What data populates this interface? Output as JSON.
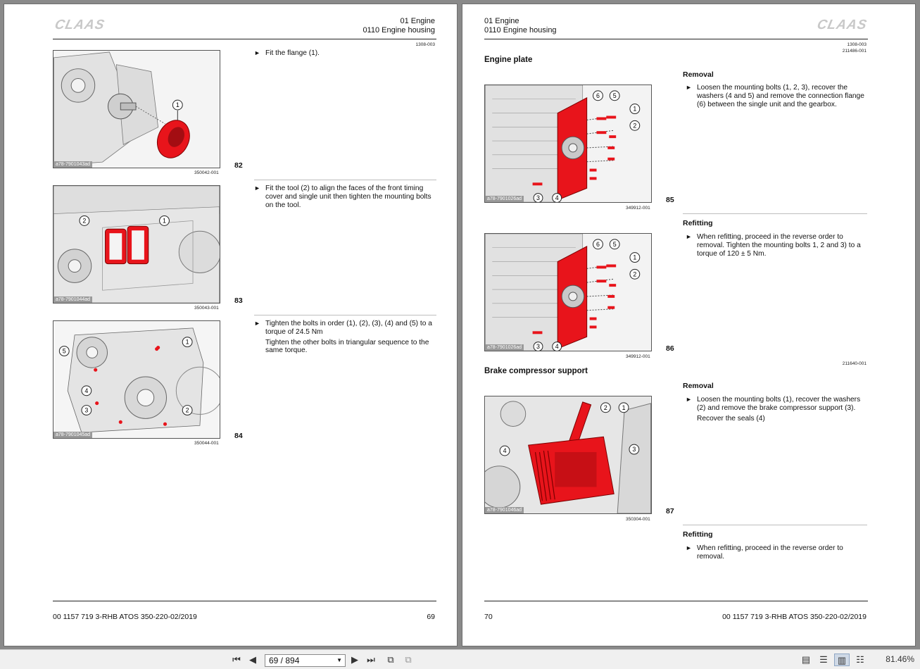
{
  "brand": {
    "logo_text": "CLAAS"
  },
  "left_page": {
    "header_line1": "01 Engine",
    "header_line2": "0110 Engine housing",
    "header_code": "1308-003",
    "blocks": [
      {
        "fig_code": "a78-7901043ad",
        "fig_ref": "350042-001",
        "fig_number": "82",
        "callouts": [
          "1"
        ],
        "steps": [
          "Fit the flange (1)."
        ]
      },
      {
        "fig_code": "a78-7901044ad",
        "fig_ref": "350043-001",
        "fig_number": "83",
        "callouts": [
          "1",
          "2"
        ],
        "steps": [
          "Fit the tool (2) to align the faces of the front timing cover and single unit then tighten the mounting bolts on the tool."
        ]
      },
      {
        "fig_code": "a78-7901045ad",
        "fig_ref": "350044-001",
        "fig_number": "84",
        "callouts": [
          "1",
          "2",
          "3",
          "4",
          "5"
        ],
        "steps": [
          "Tighten the bolts in order (1), (2), (3), (4) and (5) to a torque of 24.5 Nm",
          "Tighten the other bolts in triangular sequence to the same torque."
        ]
      }
    ],
    "footer_doc": "00 1157 719 3-RHB ATOS 350-220-02/2019",
    "page_number": "69"
  },
  "right_page": {
    "header_line1": "01 Engine",
    "header_line2": "0110 Engine housing",
    "header_code1": "1308-003",
    "header_code2": "211486-001",
    "section1_title": "Engine plate",
    "section1_blocks": [
      {
        "fig_code": "a78-7901026ad",
        "fig_ref": "349912-001",
        "fig_number": "85",
        "callouts": [
          "1",
          "2",
          "3",
          "4",
          "5",
          "6"
        ],
        "subtitle": "Removal",
        "steps": [
          "Loosen the mounting bolts (1, 2, 3), recover the washers (4 and 5) and remove the connection flange (6) between the single unit and the gearbox."
        ]
      },
      {
        "fig_code": "a78-7901026ad",
        "fig_ref": "349912-001",
        "fig_number": "86",
        "callouts": [
          "1",
          "2",
          "3",
          "4",
          "5",
          "6"
        ],
        "subtitle": "Refitting",
        "steps": [
          "When refitting, proceed in the reverse order to removal. Tighten the mounting bolts  1, 2 and 3) to a torque of 120 ± 5 Nm."
        ]
      }
    ],
    "section2_code": "211640-001",
    "section2_title": "Brake compressor support",
    "section2_blocks": [
      {
        "fig_code": "a78-7901046ad",
        "fig_ref": "350304-001",
        "fig_number": "87",
        "callouts": [
          "1",
          "2",
          "3",
          "4"
        ],
        "subtitle": "Removal",
        "steps": [
          "Loosen the mounting bolts (1), recover the washers (2) and remove the brake compressor support (3).",
          "Recover the seals (4)"
        ]
      },
      {
        "subtitle": "Refitting",
        "steps": [
          "When refitting, proceed in the reverse order to removal."
        ]
      }
    ],
    "footer_doc": "00 1157 719 3-RHB ATOS 350-220-02/2019",
    "page_number": "70"
  },
  "viewer": {
    "page_field": "69 / 894",
    "zoom": "81.46%"
  },
  "colors": {
    "highlight": "#e8141b",
    "logo": "#c8c8c8"
  }
}
